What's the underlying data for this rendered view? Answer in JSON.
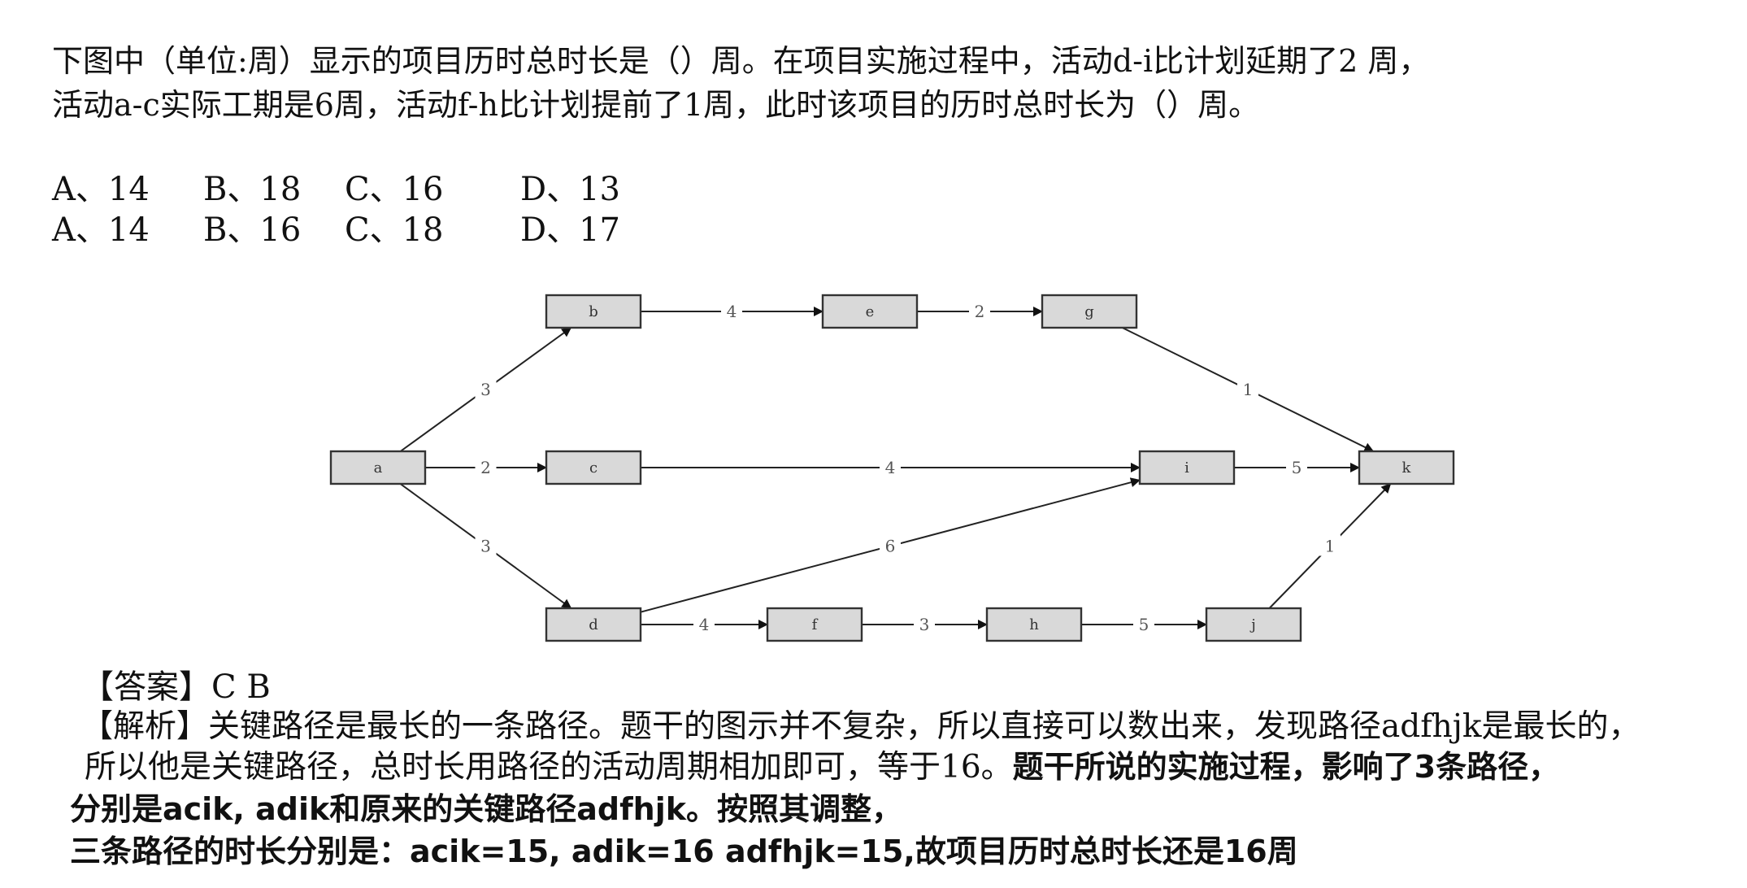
{
  "question": {
    "line1": "下图中（单位:周）显示的项目历时总时长是（）周。在项目实施过程中，活动d-i比计划延期了2 周，",
    "line2": "活动a-c实际工期是6周，活动f-h比计划提前了1周，此时该项目的历时总时长为（）周。"
  },
  "options": [
    {
      "a": "A、14",
      "b": "B、18",
      "c": "C、16",
      "d": "D、13"
    },
    {
      "a": "A、14",
      "b": "B、16",
      "c": "C、18",
      "d": "D、17"
    }
  ],
  "diagram": {
    "nodes": [
      {
        "id": "a",
        "label": "a"
      },
      {
        "id": "b",
        "label": "b"
      },
      {
        "id": "c",
        "label": "c"
      },
      {
        "id": "d",
        "label": "d"
      },
      {
        "id": "e",
        "label": "e"
      },
      {
        "id": "f",
        "label": "f"
      },
      {
        "id": "g",
        "label": "g"
      },
      {
        "id": "h",
        "label": "h"
      },
      {
        "id": "i",
        "label": "i"
      },
      {
        "id": "j",
        "label": "j"
      },
      {
        "id": "k",
        "label": "k"
      }
    ],
    "edges": [
      {
        "from": "a",
        "to": "b",
        "weight": "3"
      },
      {
        "from": "a",
        "to": "c",
        "weight": "2"
      },
      {
        "from": "a",
        "to": "d",
        "weight": "3"
      },
      {
        "from": "b",
        "to": "e",
        "weight": "4"
      },
      {
        "from": "e",
        "to": "g",
        "weight": "2"
      },
      {
        "from": "g",
        "to": "k",
        "weight": "1"
      },
      {
        "from": "c",
        "to": "i",
        "weight": "4"
      },
      {
        "from": "d",
        "to": "i",
        "weight": "6"
      },
      {
        "from": "i",
        "to": "k",
        "weight": "5"
      },
      {
        "from": "d",
        "to": "f",
        "weight": "4"
      },
      {
        "from": "f",
        "to": "h",
        "weight": "3"
      },
      {
        "from": "h",
        "to": "j",
        "weight": "5"
      },
      {
        "from": "j",
        "to": "k",
        "weight": "1"
      }
    ]
  },
  "answer": {
    "label": "【答案】C B",
    "analysis_line1": "【解析】关键路径是最长的一条路径。题干的图示并不复杂，所以直接可以数出来，发现路径adfhjk是最长的，",
    "analysis_line2a": "所以他是关键路径，总时长用路径的活动周期相加即可，等于16。",
    "analysis_line2b": "题干所说的实施过程，影响了3条路径，",
    "analysis_line3": "分别是acik, adik和原来的关键路径adfhjk。按照其调整，",
    "analysis_line4": "三条路径的时长分别是：acik=15, adik=16 adfhjk=15,故项目历时总时长还是16周"
  }
}
